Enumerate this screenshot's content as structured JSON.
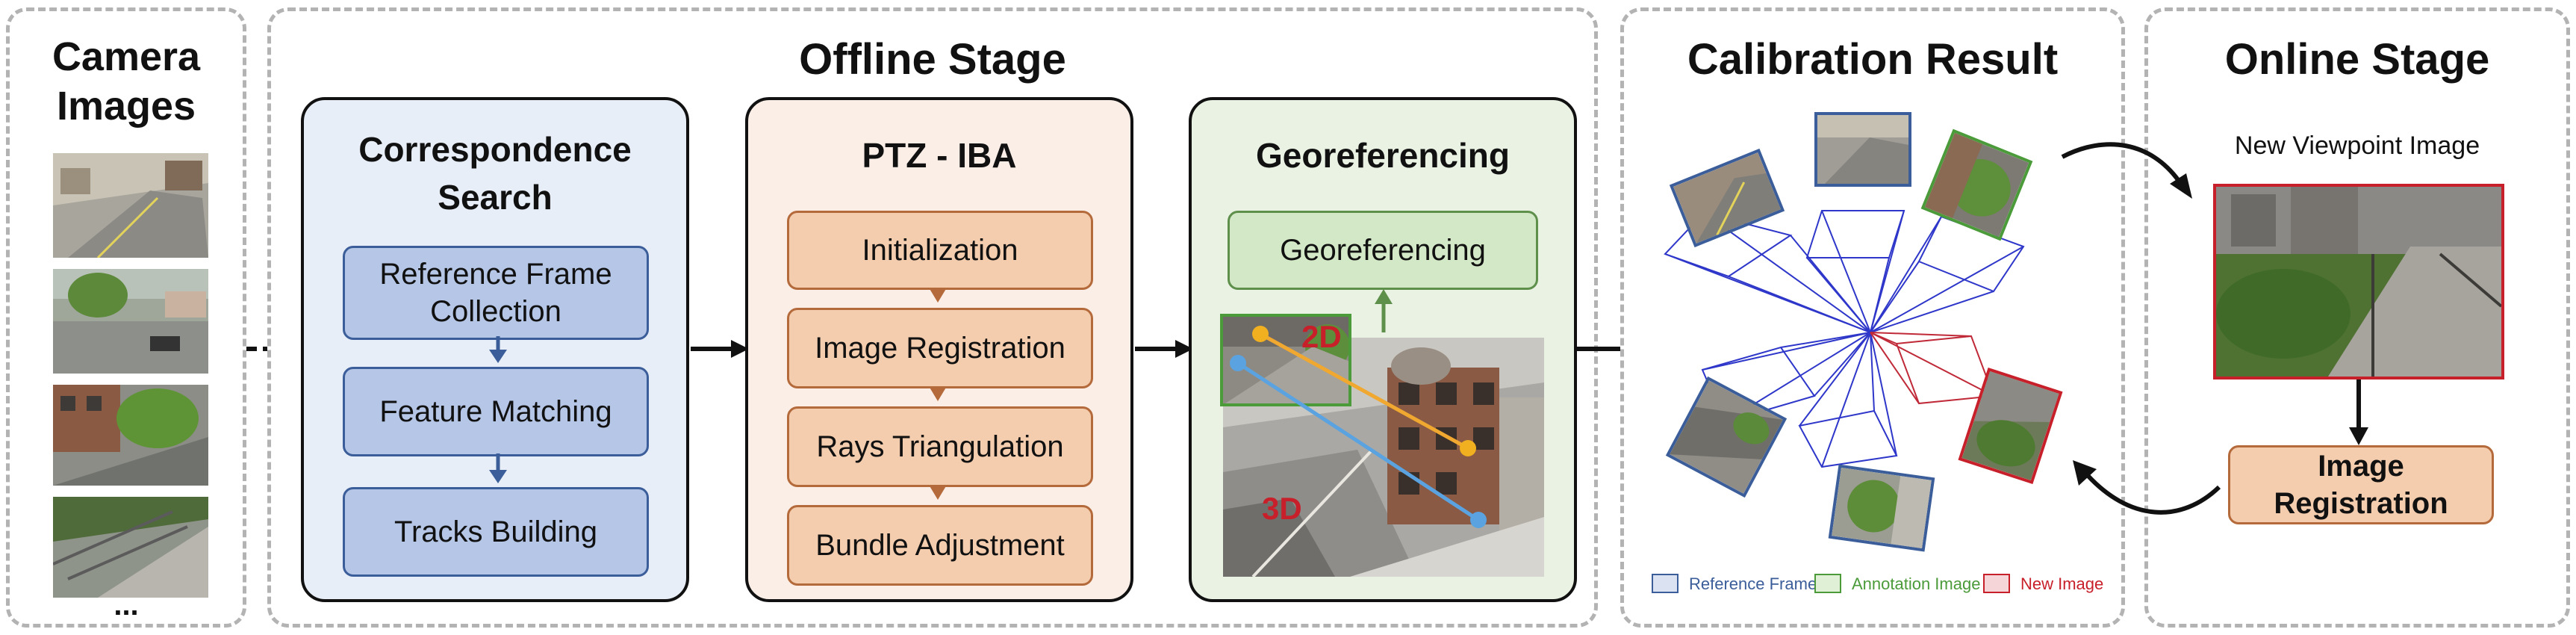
{
  "camera_panel": {
    "title_line1": "Camera",
    "title_line2": "Images",
    "ellipsis": "..."
  },
  "offline_panel": {
    "title": "Offline Stage",
    "correspondence": {
      "title_line1": "Correspondence",
      "title_line2": "Search",
      "steps": [
        "Reference Frame Collection",
        "Feature Matching",
        "Tracks Building"
      ]
    },
    "ptz_iba": {
      "title": "PTZ - IBA",
      "steps": [
        "Initialization",
        "Image Registration",
        "Rays Triangulation",
        "Bundle Adjustment"
      ]
    },
    "georeferencing": {
      "title": "Georeferencing",
      "step": "Georeferencing",
      "label_2d": "2D",
      "label_3d": "3D"
    }
  },
  "calibration_panel": {
    "title": "Calibration Result",
    "legend": [
      "Reference Frame",
      "Annotation Image",
      "New Image"
    ]
  },
  "online_panel": {
    "title": "Online Stage",
    "subtitle": "New Viewpoint Image",
    "step": "Image Registration"
  },
  "colors": {
    "blue_fill": "#b5c6e7",
    "blue_stroke": "#3b5e9a",
    "orange_fill": "#f4cdae",
    "orange_stroke": "#b46a3a",
    "green_fill": "#d3e8c6",
    "green_stroke": "#5e8f4b",
    "red": "#c8202a",
    "frustum_blue": "#2e37c9",
    "frustum_red": "#c02a38"
  }
}
